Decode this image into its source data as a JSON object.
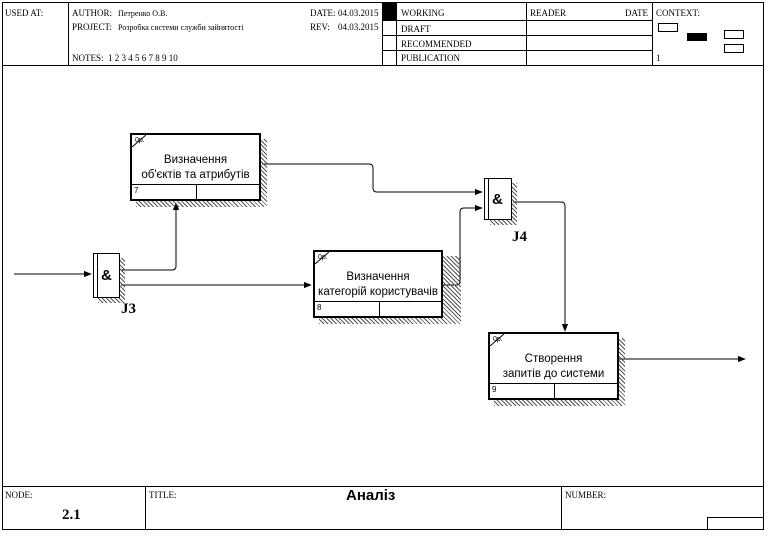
{
  "header": {
    "used_at_label": "USED AT:",
    "author_label": "AUTHOR:",
    "author_value": "Петренко О.В.",
    "project_label": "PROJECT:",
    "project_value": "Розробка системи служби зайнятості",
    "notes_label": "NOTES:",
    "notes_value": "1  2  3  4  5  6  7  8  9  10",
    "date_label": "DATE:",
    "date_value": "04.03.2015",
    "rev_label": "REV:",
    "rev_value": "04.03.2015",
    "status": [
      "WORKING",
      "DRAFT",
      "RECOMMENDED",
      "PUBLICATION"
    ],
    "reader_label": "READER",
    "reader_date_label": "DATE",
    "context_label": "CONTEXT:",
    "context_number": "1"
  },
  "diagram": {
    "activities": [
      {
        "id": "a7",
        "op": "0р.",
        "title_lines": [
          "Визначення",
          "об'єктів та атрибутів"
        ],
        "number": "7"
      },
      {
        "id": "a8",
        "op": "0р.",
        "title_lines": [
          "Визначення",
          "категорій користувачів"
        ],
        "number": "8"
      },
      {
        "id": "a9",
        "op": "0р.",
        "title_lines": [
          "Створення",
          "запитів до системи"
        ],
        "number": "9"
      }
    ],
    "junctions": [
      {
        "id": "j3",
        "symbol": "&",
        "label": "J3"
      },
      {
        "id": "j4",
        "symbol": "&",
        "label": "J4"
      }
    ]
  },
  "footer": {
    "node_label": "NODE:",
    "node_value": "2.1",
    "title_label": "TITLE:",
    "title_value": "Аналіз",
    "number_label": "NUMBER:"
  }
}
